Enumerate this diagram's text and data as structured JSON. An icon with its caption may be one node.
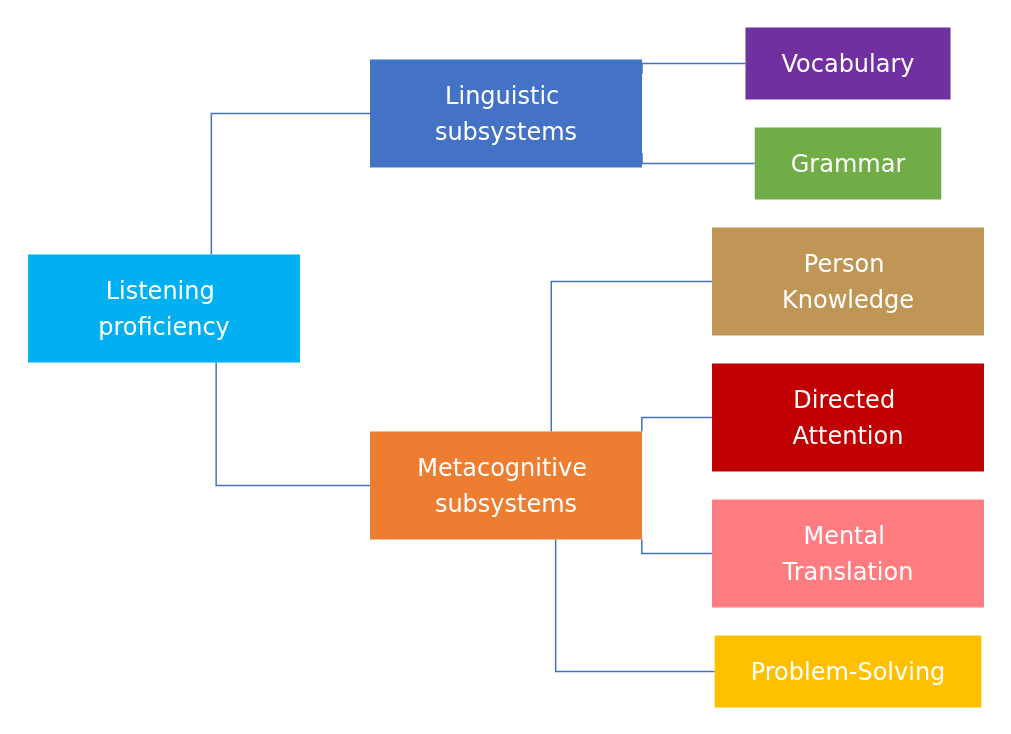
{
  "diagram": {
    "nodes": [
      {
        "text": [
          "Listening proficiency"
        ]
      },
      {
        "text": [
          "Linguistic subsystems"
        ]
      },
      {
        "text": [
          "Vocabulary"
        ]
      },
      {
        "text": [
          "Grammar"
        ]
      },
      {
        "text": [
          "Metacognitive subsystems"
        ]
      },
      {
        "text": [
          "Person Knowledge"
        ]
      },
      {
        "text": [
          "Directed Attention"
        ]
      },
      {
        "text": [
          "Mental Translation"
        ]
      },
      {
        "text": [
          "Problem-Solving"
        ]
      }
    ],
    "edges": [
      {
        "from": 0,
        "to": 1,
        "arrow": "none"
      },
      {
        "from": 0,
        "to": 4,
        "arrow": "none"
      },
      {
        "from": 1,
        "to": 2,
        "arrow": "none"
      },
      {
        "from": 1,
        "to": 3,
        "arrow": "none"
      },
      {
        "from": 4,
        "to": 5,
        "arrow": "none"
      },
      {
        "from": 4,
        "to": 6,
        "arrow": "none"
      },
      {
        "from": 4,
        "to": 7,
        "arrow": "none"
      },
      {
        "from": 4,
        "to": 8,
        "arrow": "none"
      }
    ]
  }
}
